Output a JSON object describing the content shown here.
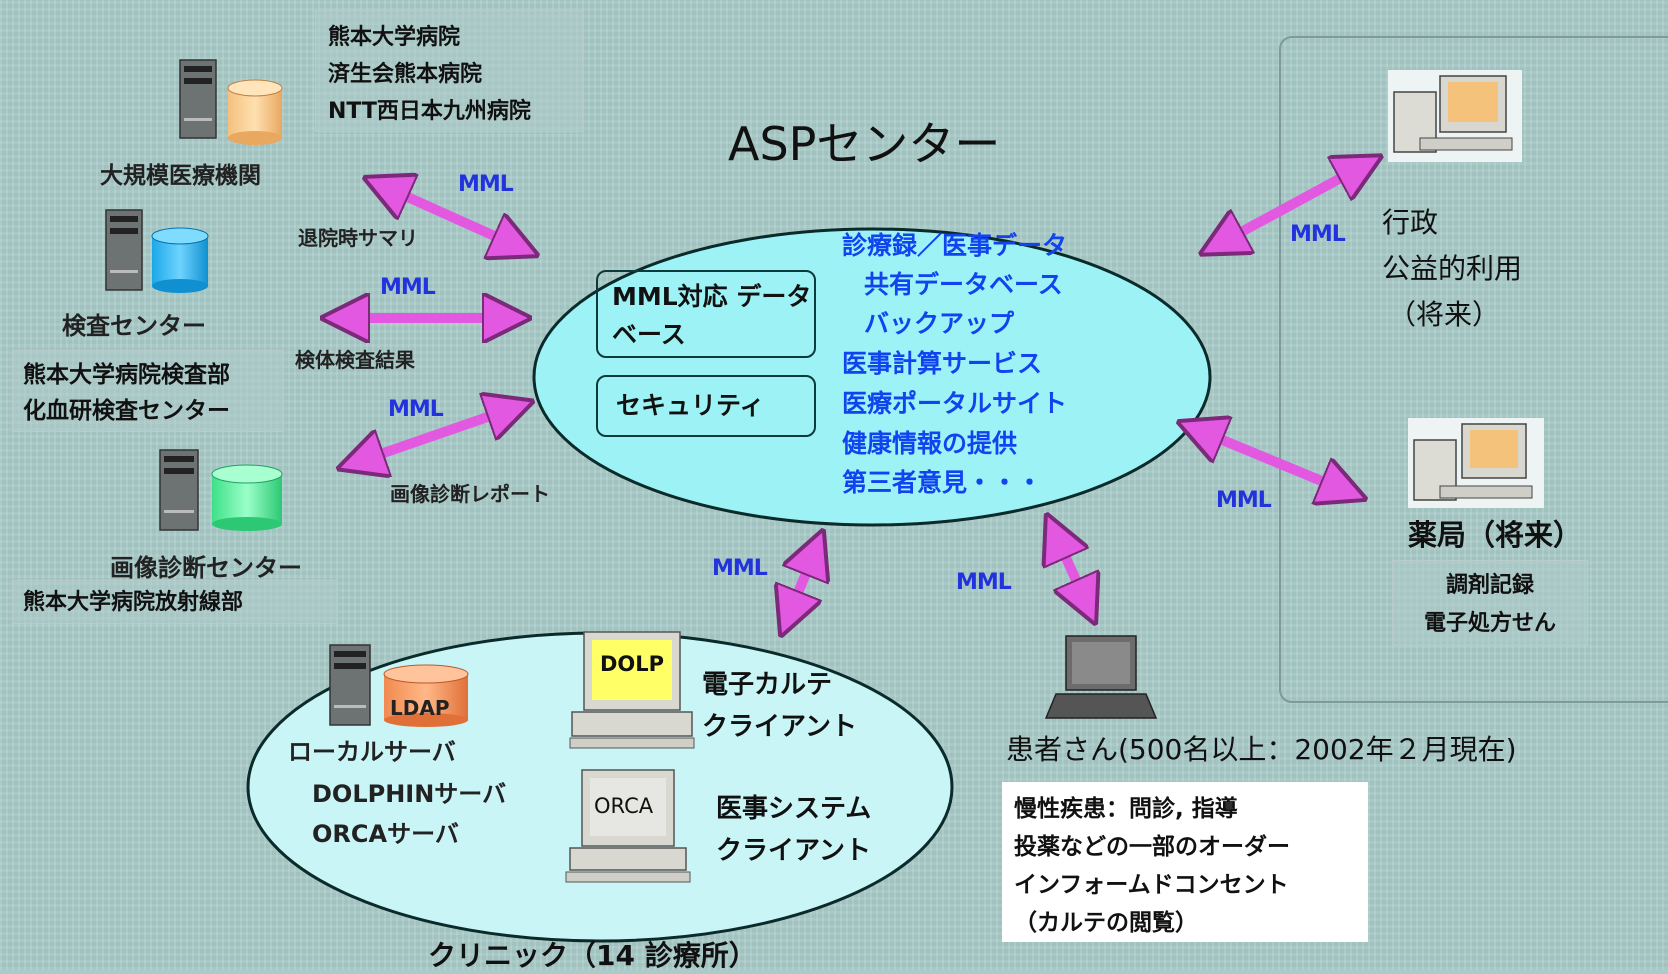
{
  "title": "ASPセンター",
  "mml": "MML",
  "large_hospitals": {
    "label": "大規模医療機関",
    "members": [
      "熊本大学病院",
      "済生会熊本病院",
      "NTT西日本九州病院"
    ],
    "flow": "退院時サマリ"
  },
  "lab_center": {
    "label": "検査センター",
    "members": [
      "熊本大学病院検査部",
      "化血研検査センター"
    ],
    "flow": "検体検査結果"
  },
  "imaging_center": {
    "label": "画像診断センター",
    "members": [
      "熊本大学病院放射線部"
    ],
    "flow": "画像診断レポート"
  },
  "asp": {
    "db_label": [
      "MML対応",
      "データベース"
    ],
    "security_label": "セキュリティ",
    "services": [
      "診療録／医事データ",
      "共有データベース",
      "バックアップ",
      "医事計算サービス",
      "医療ポータルサイト",
      "健康情報の提供",
      "第三者意見・・・"
    ]
  },
  "government": {
    "lines": [
      "行政",
      "公益的利用",
      "（将来）"
    ]
  },
  "pharmacy": {
    "label": "薬局（将来）",
    "members": [
      "調剤記録",
      "電子処方せん"
    ]
  },
  "clinic": {
    "title": "クリニック（14 診療所）",
    "server_labels": [
      "ローカルサーバ",
      "DOLPHINサーバ",
      "ORCAサーバ"
    ],
    "ldap": "LDAP",
    "dolp": "DOLP",
    "dolp_desc": [
      "電子カルテ",
      "クライアント"
    ],
    "orca": "ORCA",
    "orca_desc": [
      "医事システム",
      "クライアント"
    ]
  },
  "patients": {
    "label": "患者さん(500名以上：2002年２月現在)",
    "uses": [
      "慢性疾患：問診, 指導",
      "投薬などの一部のオーダー",
      "インフォームドコンセント",
      "（カルテの閲覧）"
    ]
  },
  "colors": {
    "background": "#a9cbc9",
    "ellipse_fill": "#9df2f6",
    "arrow": "#e258e0",
    "mml_text": "#2233dd",
    "service_text": "#1144ee"
  }
}
